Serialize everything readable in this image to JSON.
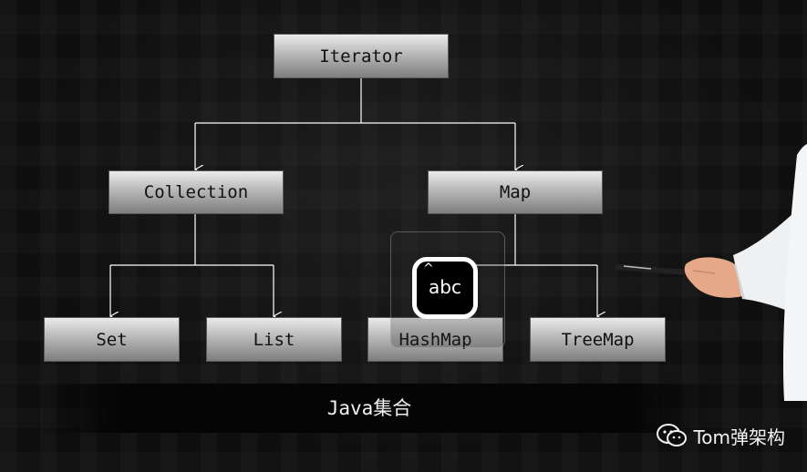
{
  "diagram": {
    "root": "Iterator",
    "level2": [
      "Collection",
      "Map"
    ],
    "collection_children": [
      "Set",
      "List"
    ],
    "map_children": [
      "HashMap",
      "TreeMap"
    ]
  },
  "caption": "Java集合",
  "overlay": {
    "icon": "keyboard-abc-icon",
    "text": "abc"
  },
  "watermark": {
    "icon": "wechat-icon",
    "text": "Tom弹架构"
  },
  "colors": {
    "background": "#0e0e0e",
    "node_top": "#ebebeb",
    "node_bottom": "#7e7e7e",
    "edge": "#ffffff"
  }
}
